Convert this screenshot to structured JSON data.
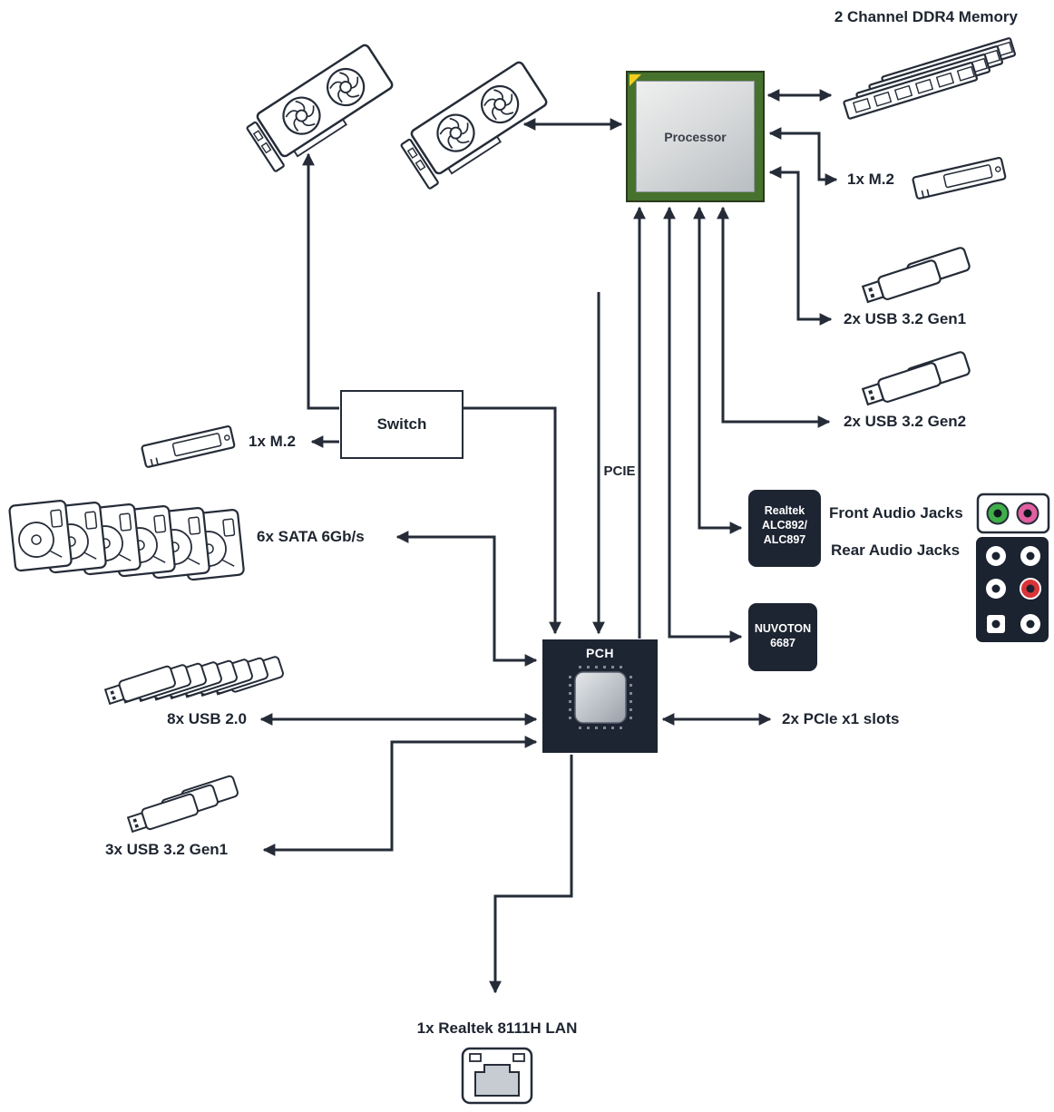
{
  "nodes": {
    "processor": {
      "label": "Processor"
    },
    "pch": {
      "label": "PCH"
    },
    "switch": {
      "label": "Switch"
    },
    "realtek_audio": {
      "line1": "Realtek",
      "line2": "ALC892/",
      "line3": "ALC897"
    },
    "nuvoton": {
      "line1": "NUVOTON",
      "line2": "6687"
    }
  },
  "labels": {
    "ddr4": "2 Channel DDR4 Memory",
    "m2_cpu": "1x M.2",
    "usb32_gen1_cpu": "2x USB 3.2 Gen1",
    "usb32_gen2_cpu": "2x USB 3.2 Gen2",
    "front_audio": "Front Audio Jacks",
    "rear_audio": "Rear Audio Jacks",
    "pcie": "PCIE",
    "m2_switch": "1x M.2",
    "sata": "6x SATA 6Gb/s",
    "usb20": "8x USB 2.0",
    "usb32_gen1_pch": "3x USB 3.2 Gen1",
    "pcie_x1_slots": "2x PCIe x1 slots",
    "lan": "1x Realtek 8111H LAN"
  },
  "icons": {
    "gpu": "graphics-card-icon",
    "ram": "ram-module-icon",
    "m2": "m2-ssd-icon",
    "usb": "usb-drive-icon",
    "sata": "hdd-icon",
    "front_jacks": "front-audio-jacks-icon",
    "rear_jacks": "rear-audio-jacks-icon",
    "lan_port": "lan-port-icon",
    "pch_chip": "pch-chip-icon"
  },
  "colors": {
    "line": "#252c38",
    "node_dark": "#1d2432",
    "processor_green": "#47722d",
    "pin1_yellow": "#f2cf1f",
    "jack_green": "#3fae49",
    "jack_pink": "#e060a0",
    "jack_red": "#d93438"
  }
}
